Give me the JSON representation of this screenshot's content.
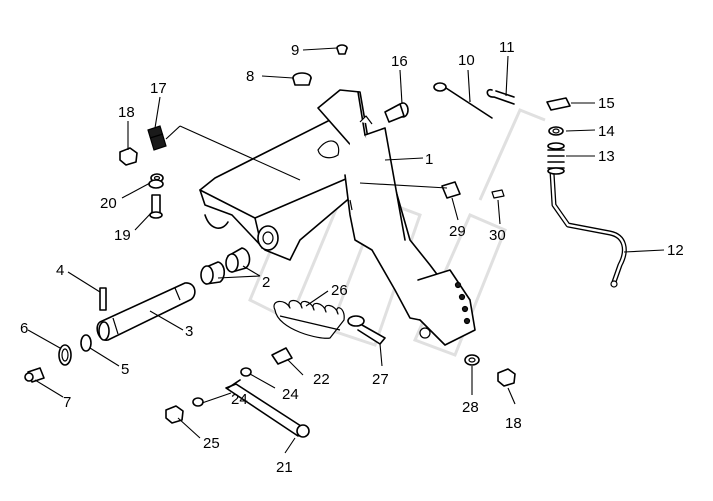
{
  "diagram": {
    "callouts": [
      {
        "id": "c1",
        "label": "1"
      },
      {
        "id": "c2",
        "label": "2"
      },
      {
        "id": "c3",
        "label": "3"
      },
      {
        "id": "c4",
        "label": "4"
      },
      {
        "id": "c5",
        "label": "5"
      },
      {
        "id": "c6",
        "label": "6"
      },
      {
        "id": "c7",
        "label": "7"
      },
      {
        "id": "c8",
        "label": "8"
      },
      {
        "id": "c9",
        "label": "9"
      },
      {
        "id": "c10",
        "label": "10"
      },
      {
        "id": "c11",
        "label": "11"
      },
      {
        "id": "c12",
        "label": "12"
      },
      {
        "id": "c13",
        "label": "13"
      },
      {
        "id": "c14",
        "label": "14"
      },
      {
        "id": "c15",
        "label": "15"
      },
      {
        "id": "c16",
        "label": "16"
      },
      {
        "id": "c17",
        "label": "17"
      },
      {
        "id": "c18a",
        "label": "18"
      },
      {
        "id": "c18b",
        "label": "18"
      },
      {
        "id": "c19",
        "label": "19"
      },
      {
        "id": "c20",
        "label": "20"
      },
      {
        "id": "c21",
        "label": "21"
      },
      {
        "id": "c22",
        "label": "22"
      },
      {
        "id": "c24a",
        "label": "24"
      },
      {
        "id": "c24b",
        "label": "24"
      },
      {
        "id": "c25",
        "label": "25"
      },
      {
        "id": "c26",
        "label": "26"
      },
      {
        "id": "c27",
        "label": "27"
      },
      {
        "id": "c28",
        "label": "28"
      },
      {
        "id": "c29",
        "label": "29"
      },
      {
        "id": "c30",
        "label": "30"
      }
    ]
  }
}
